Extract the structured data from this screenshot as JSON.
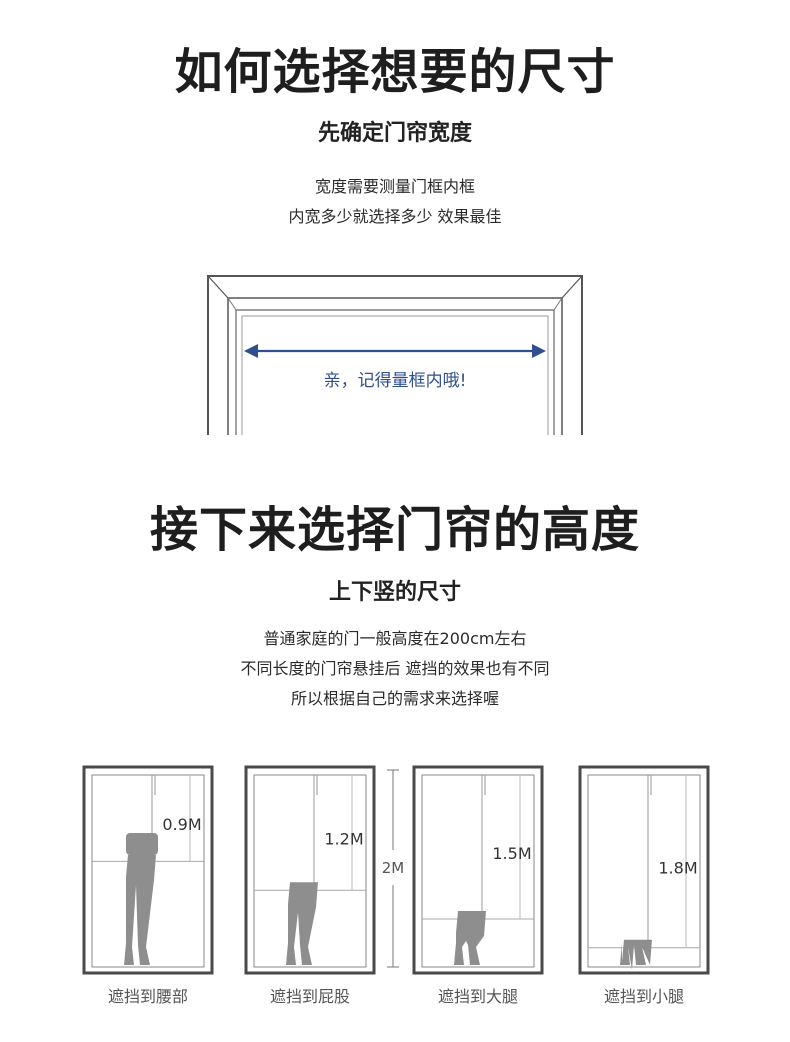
{
  "section1": {
    "title": "如何选择想要的尺寸",
    "subtitle": "先确定门帘宽度",
    "desc_line1": "宽度需要测量门框内框",
    "desc_line2": "内宽多少就选择多少 效果最佳",
    "diagram_label": "亲，记得量框内哦!"
  },
  "section2": {
    "title": "接下来选择门帘的高度",
    "subtitle": "上下竖的尺寸",
    "desc_line1": "普通家庭的门一般高度在200cm左右",
    "desc_line2": "不同长度的门帘悬挂后 遮挡的效果也有不同",
    "desc_line3": "所以根据自己的需求来选择喔"
  },
  "door_height_label": "2M",
  "options": [
    {
      "length": "0.9M",
      "fraction": 0.45,
      "caption": "遮挡到腰部"
    },
    {
      "length": "1.2M",
      "fraction": 0.6,
      "caption": "遮挡到屁股"
    },
    {
      "length": "1.5M",
      "fraction": 0.75,
      "caption": "遮挡到大腿"
    },
    {
      "length": "1.8M",
      "fraction": 0.9,
      "caption": "遮挡到小腿"
    }
  ],
  "colors": {
    "arrow": "#2f4f8f",
    "frame": "#4a4a4a",
    "person": "#8e8e8e",
    "caption": "#555555"
  }
}
